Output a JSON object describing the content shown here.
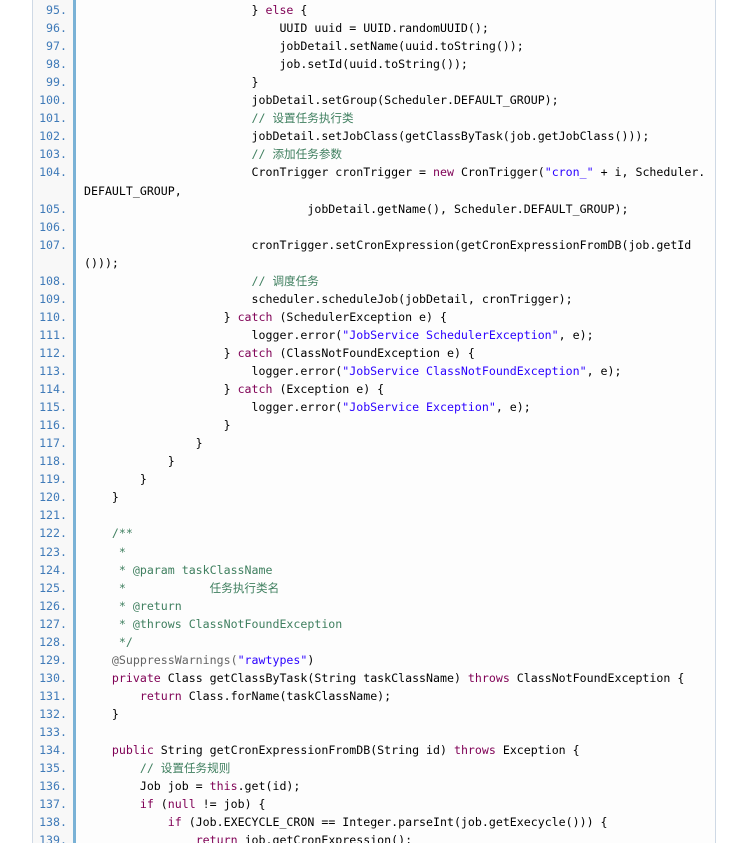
{
  "colors": {
    "keyword": "#7f0055",
    "comment": "#3f7f5f",
    "string": "#2a00ff",
    "line_number": "#3f7ab8",
    "gutter_divider": "#7ab2d6"
  },
  "lines": [
    {
      "n": "95.",
      "segs": [
        {
          "t": "                        } "
        },
        {
          "t": "else",
          "c": "kw"
        },
        {
          "t": " {"
        }
      ]
    },
    {
      "n": "96.",
      "segs": [
        {
          "t": "                            UUID uuid = UUID.randomUUID();"
        }
      ]
    },
    {
      "n": "97.",
      "segs": [
        {
          "t": "                            jobDetail.setName(uuid.toString());"
        }
      ]
    },
    {
      "n": "98.",
      "segs": [
        {
          "t": "                            job.setId(uuid.toString());"
        }
      ]
    },
    {
      "n": "99.",
      "segs": [
        {
          "t": "                        }"
        }
      ]
    },
    {
      "n": "100.",
      "segs": [
        {
          "t": "                        jobDetail.setGroup(Scheduler.DEFAULT_GROUP);"
        }
      ]
    },
    {
      "n": "101.",
      "segs": [
        {
          "t": "                        // 设置任务执行类",
          "c": "cm"
        }
      ]
    },
    {
      "n": "102.",
      "segs": [
        {
          "t": "                        jobDetail.setJobClass(getClassByTask(job.getJobClass()));"
        }
      ]
    },
    {
      "n": "103.",
      "segs": [
        {
          "t": "                        // 添加任务参数",
          "c": "cm"
        }
      ]
    },
    {
      "n": "104.",
      "segs": [
        {
          "t": "                        CronTrigger cronTrigger = "
        },
        {
          "t": "new",
          "c": "kw"
        },
        {
          "t": " CronTrigger("
        },
        {
          "t": "\"cron_\"",
          "c": "str"
        },
        {
          "t": " + i, Scheduler."
        }
      ]
    },
    {
      "n": "",
      "segs": [
        {
          "t": "DEFAULT_GROUP,"
        }
      ],
      "wrap": true
    },
    {
      "n": "105.",
      "segs": [
        {
          "t": "                                jobDetail.getName(), Scheduler.DEFAULT_GROUP);"
        }
      ]
    },
    {
      "n": "106.",
      "segs": [
        {
          "t": ""
        }
      ]
    },
    {
      "n": "107.",
      "segs": [
        {
          "t": "                        cronTrigger.setCronExpression(getCronExpressionFromDB(job.getId"
        }
      ]
    },
    {
      "n": "",
      "segs": [
        {
          "t": "()));"
        }
      ],
      "wrap": true
    },
    {
      "n": "108.",
      "segs": [
        {
          "t": "                        // 调度任务",
          "c": "cm"
        }
      ]
    },
    {
      "n": "109.",
      "segs": [
        {
          "t": "                        scheduler.scheduleJob(jobDetail, cronTrigger);"
        }
      ]
    },
    {
      "n": "110.",
      "segs": [
        {
          "t": "                    } "
        },
        {
          "t": "catch",
          "c": "kw"
        },
        {
          "t": " (SchedulerException e) {"
        }
      ]
    },
    {
      "n": "111.",
      "segs": [
        {
          "t": "                        logger.error("
        },
        {
          "t": "\"JobService SchedulerException\"",
          "c": "str"
        },
        {
          "t": ", e);"
        }
      ]
    },
    {
      "n": "112.",
      "segs": [
        {
          "t": "                    } "
        },
        {
          "t": "catch",
          "c": "kw"
        },
        {
          "t": " (ClassNotFoundException e) {"
        }
      ]
    },
    {
      "n": "113.",
      "segs": [
        {
          "t": "                        logger.error("
        },
        {
          "t": "\"JobService ClassNotFoundException\"",
          "c": "str"
        },
        {
          "t": ", e);"
        }
      ]
    },
    {
      "n": "114.",
      "segs": [
        {
          "t": "                    } "
        },
        {
          "t": "catch",
          "c": "kw"
        },
        {
          "t": " (Exception e) {"
        }
      ]
    },
    {
      "n": "115.",
      "segs": [
        {
          "t": "                        logger.error("
        },
        {
          "t": "\"JobService Exception\"",
          "c": "str"
        },
        {
          "t": ", e);"
        }
      ]
    },
    {
      "n": "116.",
      "segs": [
        {
          "t": "                    }"
        }
      ]
    },
    {
      "n": "117.",
      "segs": [
        {
          "t": "                }"
        }
      ]
    },
    {
      "n": "118.",
      "segs": [
        {
          "t": "            }"
        }
      ]
    },
    {
      "n": "119.",
      "segs": [
        {
          "t": "        }"
        }
      ]
    },
    {
      "n": "120.",
      "segs": [
        {
          "t": "    }"
        }
      ]
    },
    {
      "n": "121.",
      "segs": [
        {
          "t": ""
        }
      ]
    },
    {
      "n": "122.",
      "segs": [
        {
          "t": "    /**",
          "c": "cm"
        }
      ]
    },
    {
      "n": "123.",
      "segs": [
        {
          "t": "     *",
          "c": "cm"
        }
      ]
    },
    {
      "n": "124.",
      "segs": [
        {
          "t": "     * @param taskClassName",
          "c": "cm"
        }
      ]
    },
    {
      "n": "125.",
      "segs": [
        {
          "t": "     *            任务执行类名",
          "c": "cm"
        }
      ]
    },
    {
      "n": "126.",
      "segs": [
        {
          "t": "     * @return",
          "c": "cm"
        }
      ]
    },
    {
      "n": "127.",
      "segs": [
        {
          "t": "     * @throws ClassNotFoundException",
          "c": "cm"
        }
      ]
    },
    {
      "n": "128.",
      "segs": [
        {
          "t": "     */",
          "c": "cm"
        }
      ]
    },
    {
      "n": "129.",
      "segs": [
        {
          "t": "    @SuppressWarnings(",
          "c": "ann"
        },
        {
          "t": "\"rawtypes\"",
          "c": "str"
        },
        {
          "t": ")"
        }
      ]
    },
    {
      "n": "130.",
      "segs": [
        {
          "t": "    "
        },
        {
          "t": "private",
          "c": "kw"
        },
        {
          "t": " Class getClassByTask(String taskClassName) "
        },
        {
          "t": "throws",
          "c": "kw"
        },
        {
          "t": " ClassNotFoundException {"
        }
      ]
    },
    {
      "n": "131.",
      "segs": [
        {
          "t": "        "
        },
        {
          "t": "return",
          "c": "kw"
        },
        {
          "t": " Class.forName(taskClassName);"
        }
      ]
    },
    {
      "n": "132.",
      "segs": [
        {
          "t": "    }"
        }
      ]
    },
    {
      "n": "133.",
      "segs": [
        {
          "t": ""
        }
      ]
    },
    {
      "n": "134.",
      "segs": [
        {
          "t": "    "
        },
        {
          "t": "public",
          "c": "kw"
        },
        {
          "t": " String getCronExpressionFromDB(String id) "
        },
        {
          "t": "throws",
          "c": "kw"
        },
        {
          "t": " Exception {"
        }
      ]
    },
    {
      "n": "135.",
      "segs": [
        {
          "t": "        // 设置任务规则",
          "c": "cm"
        }
      ]
    },
    {
      "n": "136.",
      "segs": [
        {
          "t": "        Job job = "
        },
        {
          "t": "this",
          "c": "kw"
        },
        {
          "t": ".get(id);"
        }
      ]
    },
    {
      "n": "137.",
      "segs": [
        {
          "t": "        "
        },
        {
          "t": "if",
          "c": "kw"
        },
        {
          "t": " ("
        },
        {
          "t": "null",
          "c": "kw"
        },
        {
          "t": " != job) {"
        }
      ]
    },
    {
      "n": "138.",
      "segs": [
        {
          "t": "            "
        },
        {
          "t": "if",
          "c": "kw"
        },
        {
          "t": " (Job.EXECYCLE_CRON == Integer.parseInt(job.getExecycle())) {"
        }
      ]
    },
    {
      "n": "139.",
      "segs": [
        {
          "t": "                "
        },
        {
          "t": "return",
          "c": "kw"
        },
        {
          "t": " job.getCronExpression();"
        }
      ]
    }
  ]
}
